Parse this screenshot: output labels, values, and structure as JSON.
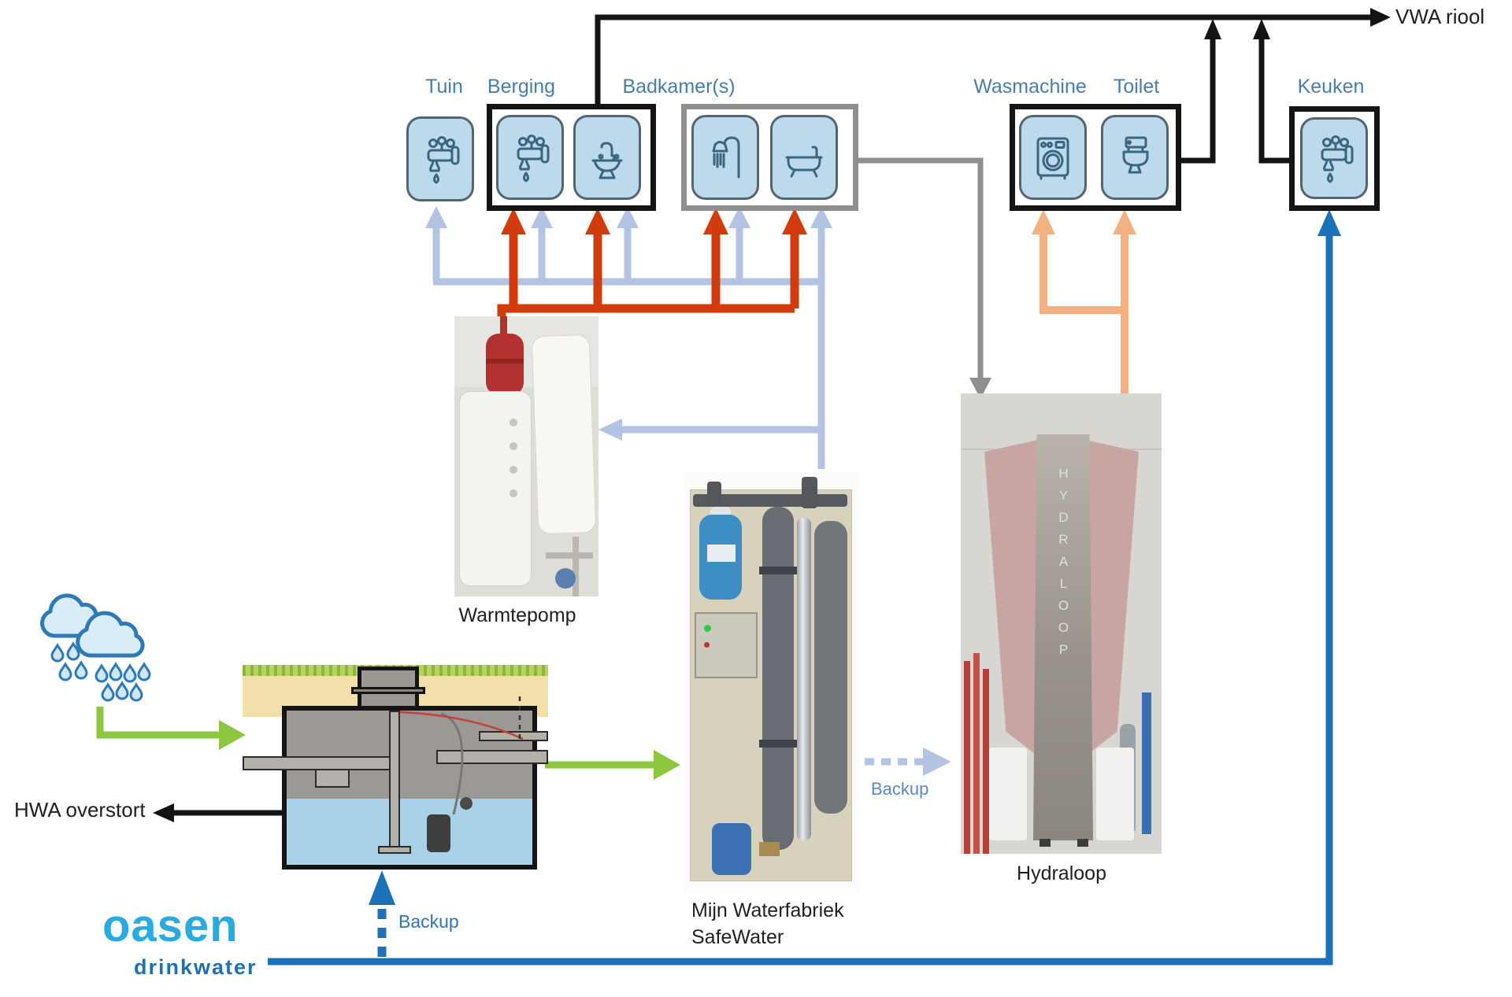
{
  "labels": {
    "tuin": "Tuin",
    "berging": "Berging",
    "badkamers": "Badkamer(s)",
    "wasmachine": "Wasmachine",
    "toilet": "Toilet",
    "keuken": "Keuken"
  },
  "flows": {
    "vwa_riool": "VWA riool",
    "hwa_overstort": "HWA overstort",
    "backup_mains": "Backup",
    "backup_greywater": "Backup"
  },
  "equipment": {
    "warmtepomp": "Warmtepomp",
    "safewater_line1": "Mijn Waterfabriek",
    "safewater_line2": "SafeWater",
    "hydraloop": "Hydraloop",
    "hydraloop_unit_text": "HYDRALOOP"
  },
  "logo": {
    "brand": "oasen",
    "tagline": "drinkwater"
  },
  "icons": {
    "tuin": "faucet-icon",
    "berging": [
      "faucet-icon",
      "sink-icon"
    ],
    "badkamers": [
      "shower-icon",
      "bathtub-icon"
    ],
    "wasmachine_toilet": [
      "washing-machine-icon",
      "toilet-icon"
    ],
    "keuken": "faucet-icon",
    "weather": "rain-clouds-icon"
  },
  "colors": {
    "sewer_black": "#141414",
    "greywater_gray": "#8f8f8f",
    "cold_water_lightblue": "#b3c3e3",
    "hot_water_red": "#d23b0c",
    "recycled_orange": "#f3b183",
    "rainwater_green": "#8dc63f",
    "drinkwater_blue": "#1b72b8",
    "label_blue": "#4a7da9",
    "tile_fill": "#bcdaec"
  }
}
